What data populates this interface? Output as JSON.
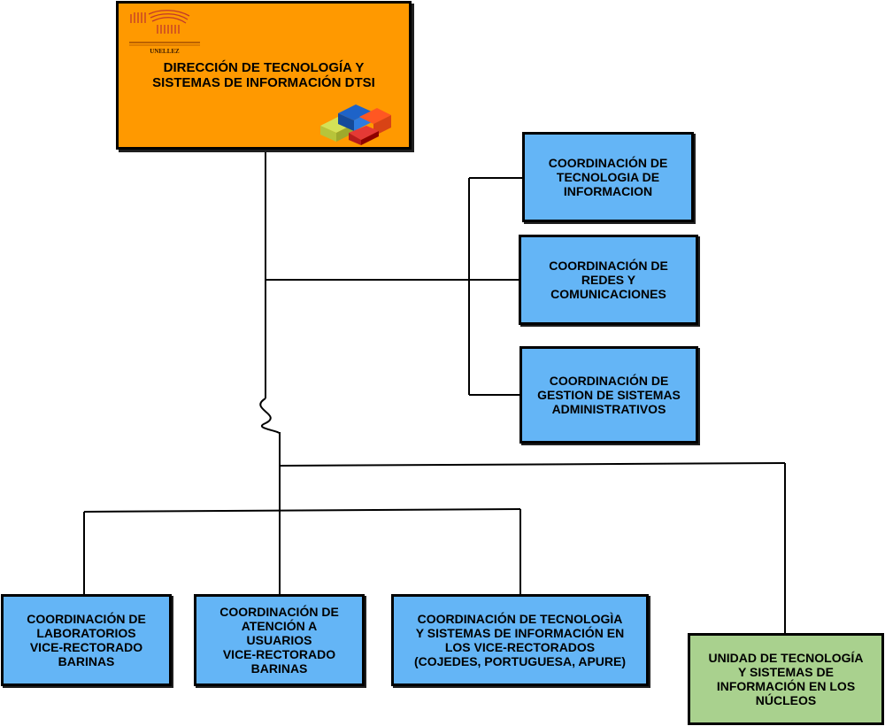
{
  "title": {
    "label": "DIRECCIÓN DE TECNOLOGÍA Y\nSISTEMAS DE INFORMACIÓN DTSI",
    "logo_text": "UNELLEZ"
  },
  "right_branch": [
    {
      "label": "COORDINACIÓN DE\nTECNOLOGIA DE\nINFORMACION"
    },
    {
      "label": "COORDINACIÓN DE\nREDES Y\nCOMUNICACIONES"
    },
    {
      "label": "COORDINACIÓN  DE\nGESTION DE SISTEMAS\nADMINISTRATIVOS"
    }
  ],
  "bottom_branch": [
    {
      "label": "COORDINACIÓN DE\nLABORATORIOS\nVICE-RECTORADO\nBARINAS"
    },
    {
      "label": "COORDINACIÓN DE\nATENCIÓN A\nUSUARIOS\nVICE-RECTORADO\nBARINAS"
    },
    {
      "label": "COORDINACIÓN DE TECNOLOGÌA\nY SISTEMAS DE INFORMACIÓN EN\nLOS VICE-RECTORADOS\n(COJEDES, PORTUGUESA, APURE)"
    },
    {
      "label": "UNIDAD DE TECNOLOGÍA\nY SISTEMAS DE\nINFORMACIÓN EN LOS\nNÚCLEOS"
    }
  ],
  "colors": {
    "title_fill": "#ff9900",
    "coordination_fill": "#64b5f6",
    "unit_fill": "#a9d18e",
    "line": "#000000"
  }
}
